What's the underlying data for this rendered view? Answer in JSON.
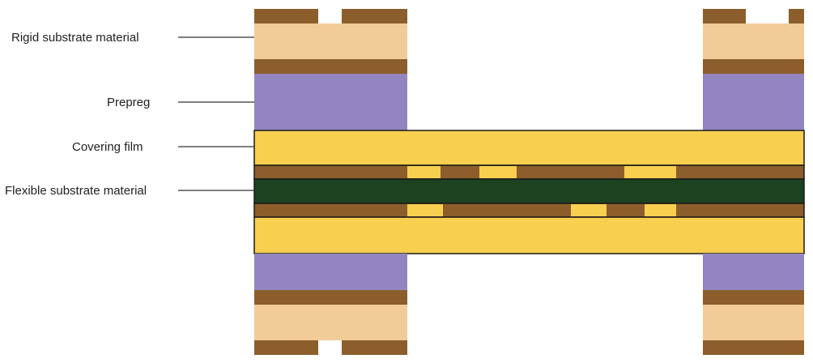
{
  "labels": {
    "rigid_substrate": "Rigid substrate material",
    "prepreg": "Prepreg",
    "covering_film": "Covering film",
    "flexible_substrate": "Flexible substrate material"
  },
  "colors": {
    "copper": "#8b5e2b",
    "rigid_substrate": "#f2cc98",
    "prepreg": "#9385bf",
    "covering_film": "#f8cf4f",
    "flexible_substrate": "#1c4220",
    "pad": "#f8cf4f",
    "outline": "#1a1a1a",
    "leader_line": "#333333",
    "text": "#222222"
  }
}
